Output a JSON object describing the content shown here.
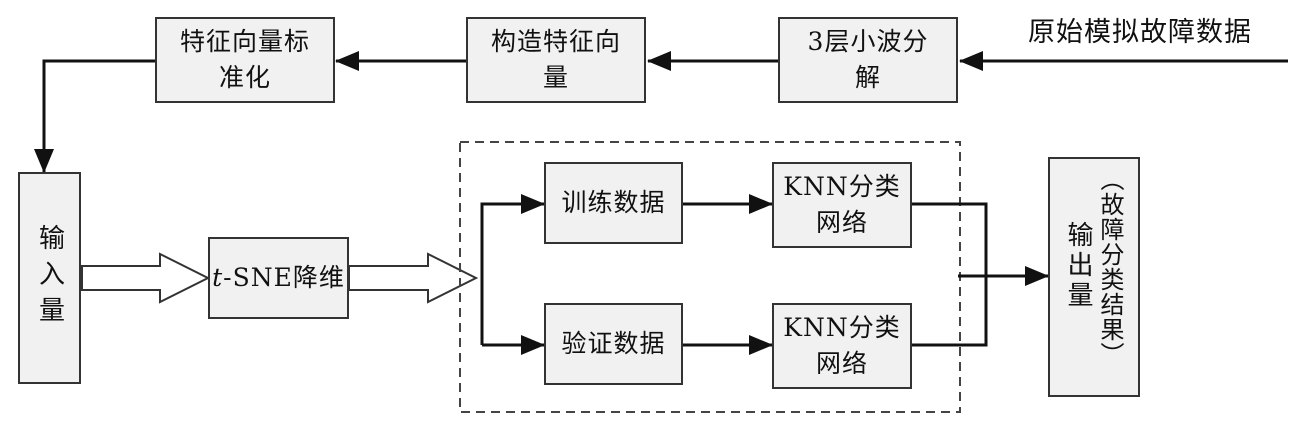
{
  "source": "原始模拟故障数据",
  "wavelet": {
    "line1": "3层小波分",
    "line2": "解"
  },
  "construct": {
    "line1": "构造特征向",
    "line2": "量"
  },
  "normalize": {
    "line1": "特征向量标",
    "line2": "准化"
  },
  "input": "输入量",
  "tsne": {
    "prefix": "t",
    "rest": "-SNE降维"
  },
  "train": "训练数据",
  "validate": "验证数据",
  "knn": {
    "line1": "KNN分类",
    "line2": "网络"
  },
  "output": {
    "main": "输出量",
    "paren": "（故障分类结果）"
  }
}
